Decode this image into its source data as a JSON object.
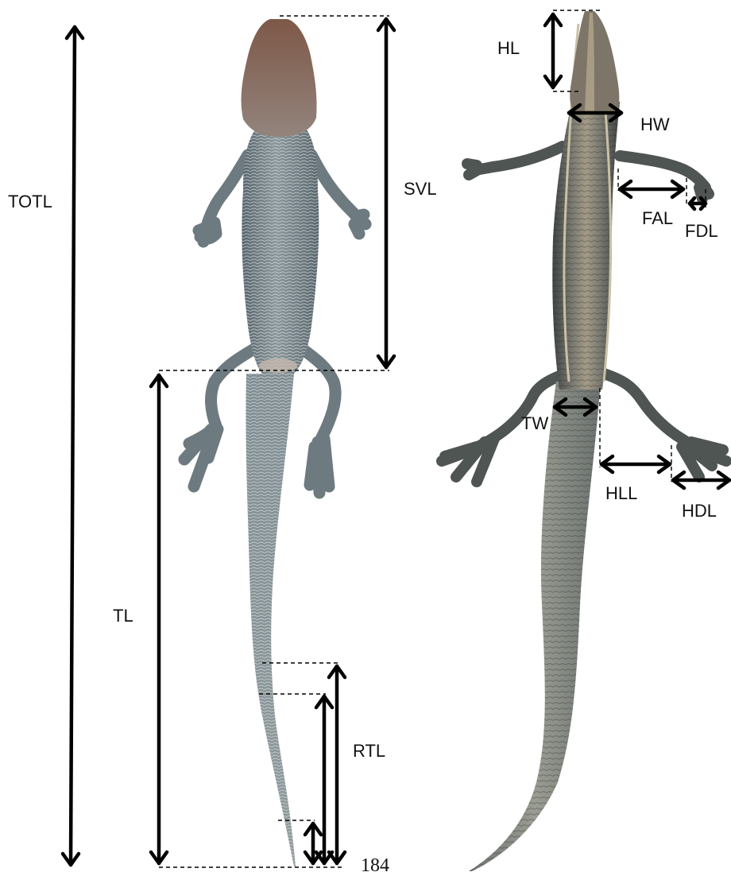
{
  "figure": {
    "labels": {
      "totl": "TOTL",
      "svl": "SVL",
      "tl": "TL",
      "rtl": "RTL",
      "hl": "HL",
      "hw": "HW",
      "fal": "FAL",
      "fdl": "FDL",
      "tw": "TW",
      "hll": "HLL",
      "hdl": "HDL"
    },
    "page_number": "184"
  },
  "colors": {
    "background": "#ffffff",
    "annotation": "#000000",
    "specimen_body": "#6f7c80",
    "specimen_head": "#7a5a4c",
    "dorsal_stripe": "#a4947c"
  }
}
